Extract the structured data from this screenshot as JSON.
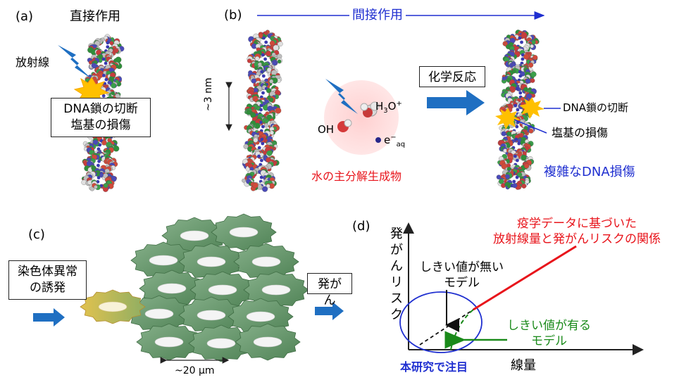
{
  "panels": {
    "a": {
      "label": "(a)",
      "title": "直接作用",
      "radiation": "放射線",
      "box_line1": "DNA鎖の切断",
      "box_line2": "塩基の損傷"
    },
    "b": {
      "label": "(b)",
      "title": "間接作用",
      "scale": "~3 nm",
      "oh": "OH",
      "h3o": "H",
      "h3o_sub": "3",
      "h3o_rest": "O",
      "h3o_sup": "+",
      "e": "e",
      "e_sup": "−",
      "e_sub": "aq",
      "products": "水の主分解生成物",
      "reaction": "化学反応",
      "break": "DNA鎖の切断",
      "base": "塩基の損傷",
      "complex": "複雑なDNA損傷"
    },
    "c": {
      "label": "(c)",
      "box_line1": "染色体異常",
      "box_line2": "の誘発",
      "cancer": "発がん",
      "scale": "~20 μm"
    },
    "d": {
      "label": "(d)",
      "ylabel_1": "発",
      "ylabel_2": "が",
      "ylabel_3": "ん",
      "ylabel_4": "リ",
      "ylabel_5": "ス",
      "ylabel_6": "ク",
      "xlabel": "線量",
      "epi_line1": "疫学データに基づいた",
      "epi_line2": "放射線量と発がんリスクの関係",
      "no_thr_line1": "しきい値が無い",
      "no_thr_line2": "モデル",
      "thr_line1": "しきい値が有る",
      "thr_line2": "モデル",
      "focus": "本研究で注目"
    }
  },
  "colors": {
    "blue_text": "#1f2fd0",
    "red_text": "#e8141b",
    "green_text": "#1a8a1a",
    "arrow_blue": "#1f6fc2",
    "cell_green": "#6a9a6d",
    "cell_yellow": "#d8b24a"
  }
}
